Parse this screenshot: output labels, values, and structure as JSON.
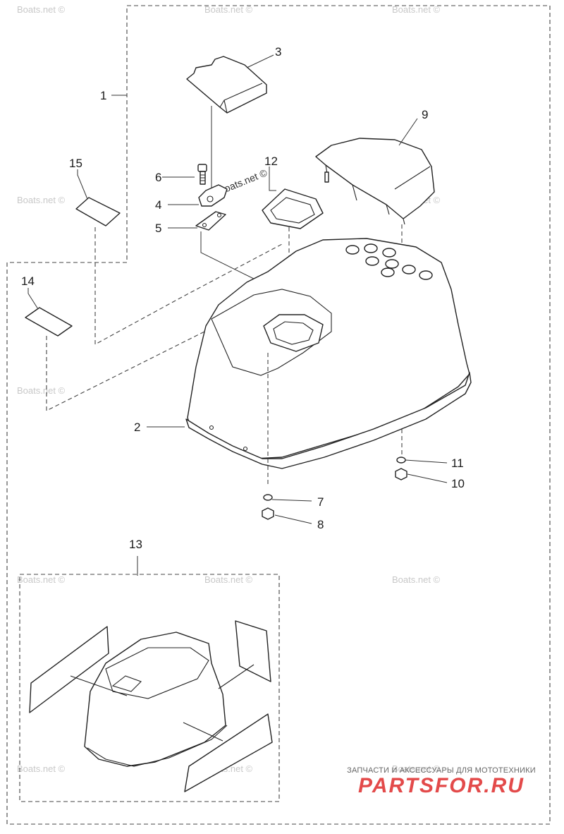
{
  "callouts": [
    {
      "id": "c1",
      "label": "1"
    },
    {
      "id": "c2",
      "label": "2"
    },
    {
      "id": "c3",
      "label": "3"
    },
    {
      "id": "c4",
      "label": "4"
    },
    {
      "id": "c5",
      "label": "5"
    },
    {
      "id": "c6",
      "label": "6"
    },
    {
      "id": "c7",
      "label": "7"
    },
    {
      "id": "c8",
      "label": "8"
    },
    {
      "id": "c9",
      "label": "9"
    },
    {
      "id": "c10",
      "label": "10"
    },
    {
      "id": "c11",
      "label": "11"
    },
    {
      "id": "c12",
      "label": "12"
    },
    {
      "id": "c13",
      "label": "13"
    },
    {
      "id": "c14",
      "label": "14"
    },
    {
      "id": "c15",
      "label": "15"
    }
  ],
  "watermark": {
    "text": "Boats.net ©"
  },
  "banner": {
    "subtitle": "ЗАПЧАСТИ И АКСЕССУАРЫ ДЛЯ МОТОТЕХНИКИ",
    "logo": "PARTSFOR.RU"
  }
}
